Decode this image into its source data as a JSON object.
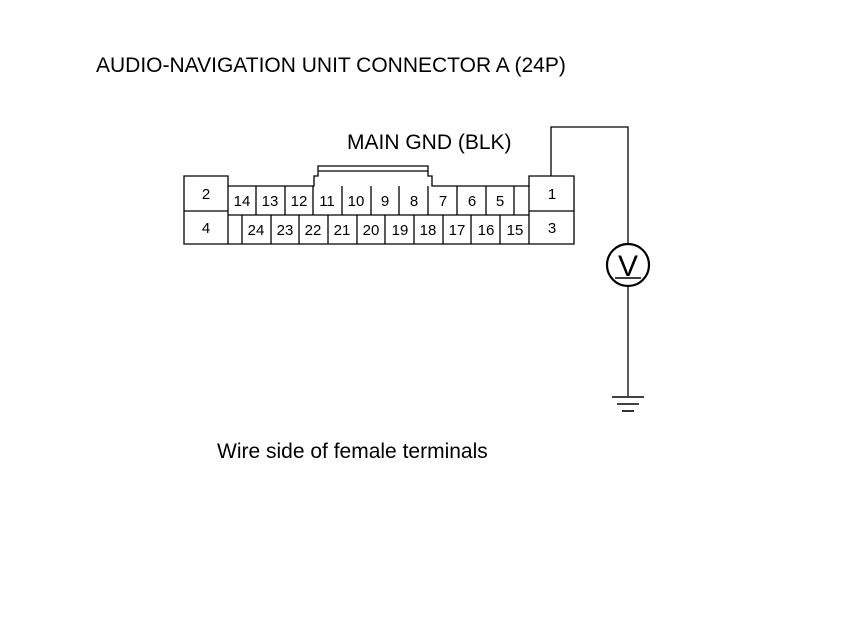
{
  "title": "AUDIO-NAVIGATION UNIT CONNECTOR A (24P)",
  "wire_label": "MAIN GND (BLK)",
  "caption": "Wire side of female terminals",
  "connector": {
    "left_column": [
      "2",
      "4"
    ],
    "right_column": [
      "1",
      "3"
    ],
    "upper_row": [
      "14",
      "13",
      "12",
      "11",
      "10",
      "9",
      "8",
      "7",
      "6",
      "5",
      ""
    ],
    "lower_row": [
      "",
      "24",
      "23",
      "22",
      "21",
      "20",
      "19",
      "18",
      "17",
      "16",
      "15"
    ]
  },
  "meter_symbol": "V",
  "colors": {
    "line": "#000000",
    "background": "#ffffff"
  }
}
